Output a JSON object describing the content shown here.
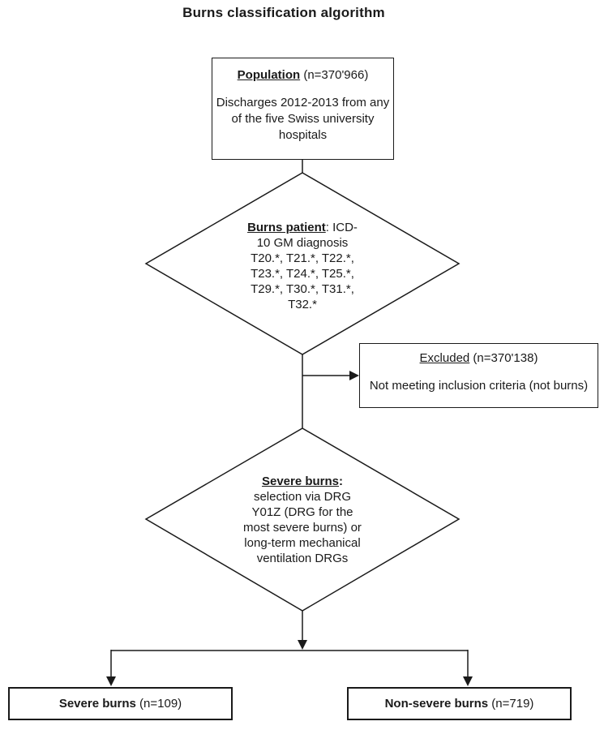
{
  "title": "Burns classification algorithm",
  "colors": {
    "line": "#1a1a1a",
    "text": "#1a1a1a",
    "background": "#ffffff"
  },
  "population": {
    "title": "Population",
    "count": " (n=370'966)",
    "lines": {
      "0": "Discharges 2012-2013 from any",
      "1": "of the five Swiss university",
      "2": "hospitals"
    }
  },
  "burns_diamond": {
    "title": "Burns patient",
    "title_suffix": ": ICD-",
    "lines": {
      "0": "10 GM diagnosis",
      "1": "T20.*, T21.*, T22.*,",
      "2": "T23.*, T24.*, T25.*,",
      "3": "T29.*, T30.*, T31.*,",
      "4": "T32.*"
    }
  },
  "excluded": {
    "title": "Excluded",
    "count": " (n=370'138)",
    "body": "Not meeting inclusion criteria (not burns)"
  },
  "severe_diamond": {
    "title": "Severe burns",
    "title_suffix": ":",
    "lines": {
      "0": "selection via DRG",
      "1": "Y01Z (DRG for the",
      "2": "most severe burns) or",
      "3": "long-term mechanical",
      "4": "ventilation DRGs"
    }
  },
  "severe_box": {
    "title": "Severe burns",
    "count": " (n=109)"
  },
  "non_severe_box": {
    "title": "Non-severe burns",
    "count": " (n=719)"
  }
}
